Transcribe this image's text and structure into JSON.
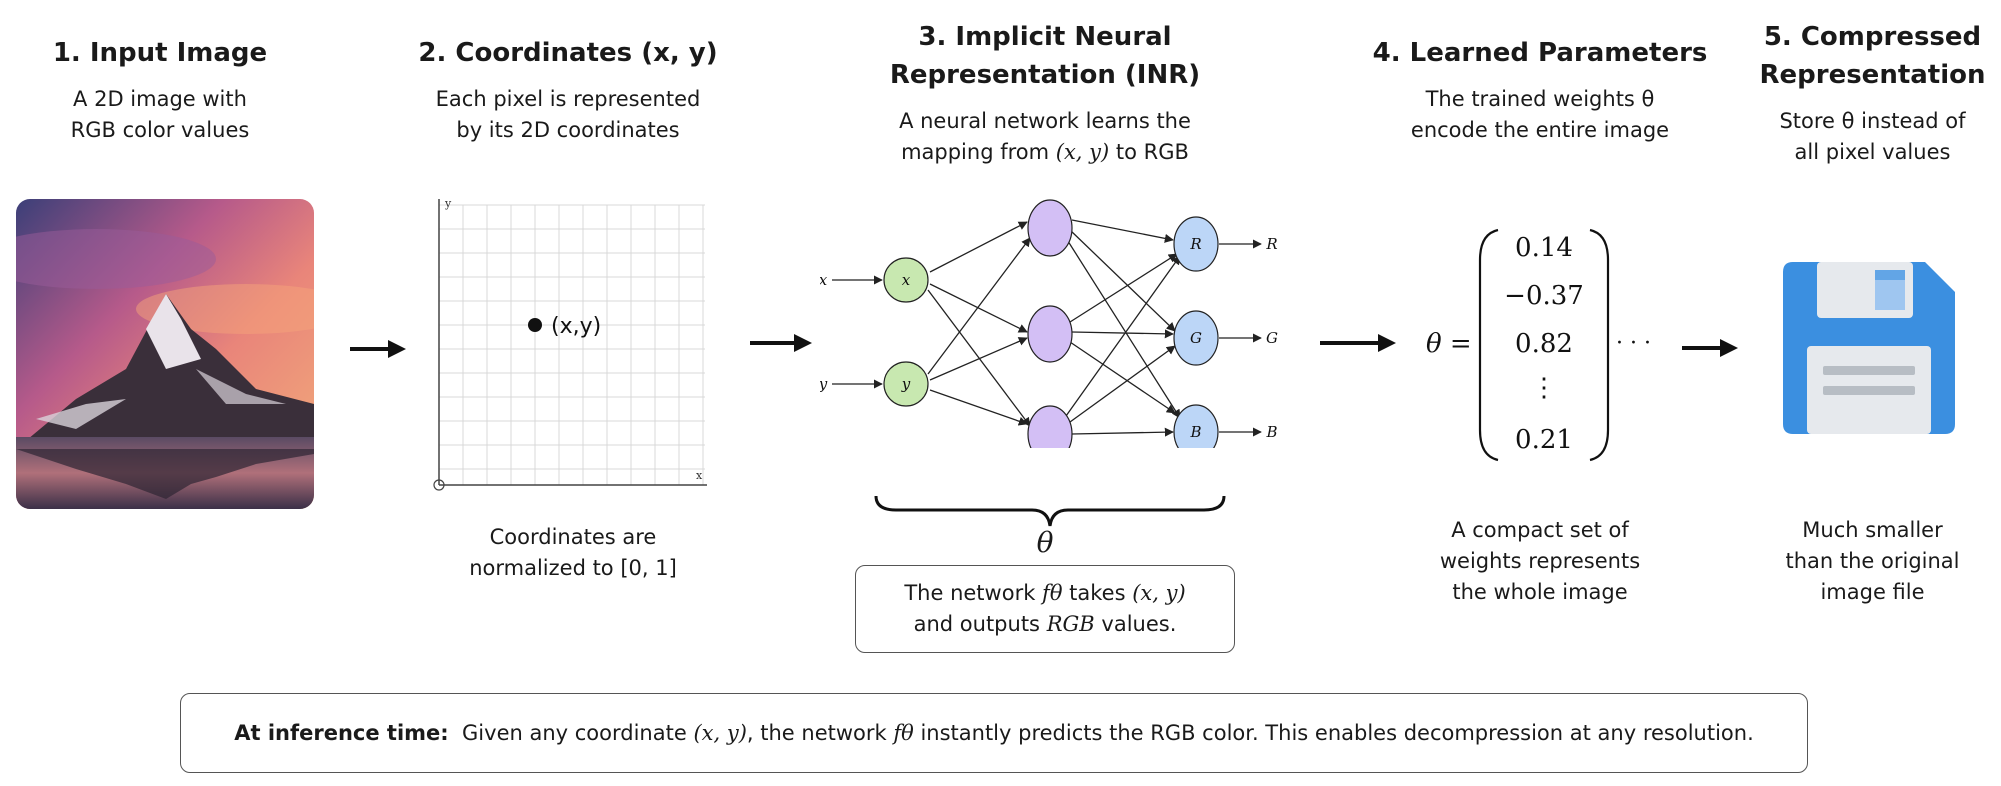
{
  "steps": [
    {
      "title": "1. Input Image",
      "desc_lines": [
        "A 2D image with",
        "RGB color values"
      ]
    },
    {
      "title": "2. Coordinates (x, y)",
      "desc_lines": [
        "Each pixel is represented",
        "by its 2D coordinates"
      ],
      "point_label": "(x,y)",
      "axis_x": "x",
      "axis_y": "y",
      "note_lines": [
        "Coordinates are",
        "normalized to [0, 1]"
      ]
    },
    {
      "title_lines": [
        "3. Implicit Neural",
        "Representation (INR)"
      ],
      "desc_line1": "A neural network learns the",
      "desc_line2_pre": "mapping from ",
      "desc_line2_math": "(x, y)",
      "desc_line2_post": " to RGB",
      "inputs": [
        "x",
        "y"
      ],
      "outputs": [
        "R",
        "G",
        "B"
      ],
      "theta": "θ",
      "box_line1_pre": "The network ",
      "box_line1_math": "fθ",
      "box_line1_mid": " takes ",
      "box_line1_math2": "(x, y)",
      "box_line2_pre": "and outputs ",
      "box_line2_math": "RGB",
      "box_line2_post": " values."
    },
    {
      "title": "4. Learned Parameters",
      "desc_line1": "The trained weights θ",
      "desc_line2": "encode the entire image",
      "vector_lhs": "θ =",
      "vector_values": [
        "0.14",
        "−0.37",
        "0.82",
        "⋮",
        "0.21"
      ],
      "vector_dots": "· · ·",
      "note_lines": [
        "A compact set of",
        "weights represents",
        "the whole image"
      ]
    },
    {
      "title_lines": [
        "5. Compressed",
        "Representation"
      ],
      "desc_lines": [
        "Store θ instead of",
        "all pixel values"
      ],
      "icon": "floppy-disk-icon",
      "note_lines": [
        "Much smaller",
        "than the original",
        "image file"
      ]
    }
  ],
  "bottom": {
    "label": "At inference time:",
    "text_pre": "Given any coordinate ",
    "math1": "(x, y)",
    "text_mid": ", the network ",
    "math2": "fθ",
    "text_post": " instantly predicts the RGB color. This enables decompression at any resolution."
  },
  "colors": {
    "input_node": "#c8e8b0",
    "hidden_node": "#d3bff5",
    "output_node": "#bcd6f7",
    "disk_body": "#3b8fe0",
    "disk_label": "#e6e9ed"
  }
}
